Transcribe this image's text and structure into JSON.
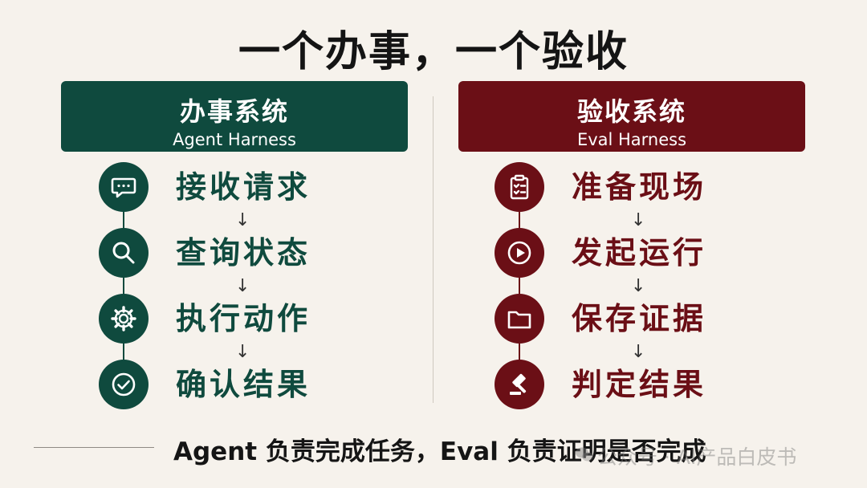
{
  "title": "一个办事，一个验收",
  "left": {
    "header_cn": "办事系统",
    "header_en": "Agent Harness",
    "color": "#0f4a3e",
    "steps": [
      {
        "label": "接收请求",
        "icon": "chat-icon"
      },
      {
        "label": "查询状态",
        "icon": "search-icon"
      },
      {
        "label": "执行动作",
        "icon": "gear-icon"
      },
      {
        "label": "确认结果",
        "icon": "check-circle-icon"
      }
    ]
  },
  "right": {
    "header_cn": "验收系统",
    "header_en": "Eval Harness",
    "color": "#6b0f16",
    "steps": [
      {
        "label": "准备现场",
        "icon": "clipboard-icon"
      },
      {
        "label": "发起运行",
        "icon": "play-icon"
      },
      {
        "label": "保存证据",
        "icon": "folder-icon"
      },
      {
        "label": "判定结果",
        "icon": "gavel-icon"
      }
    ]
  },
  "arrow": "↓",
  "footer": "Agent 负责完成任务，Eval 负责证明是否完成",
  "watermark": "公众号 · AI产品白皮书"
}
